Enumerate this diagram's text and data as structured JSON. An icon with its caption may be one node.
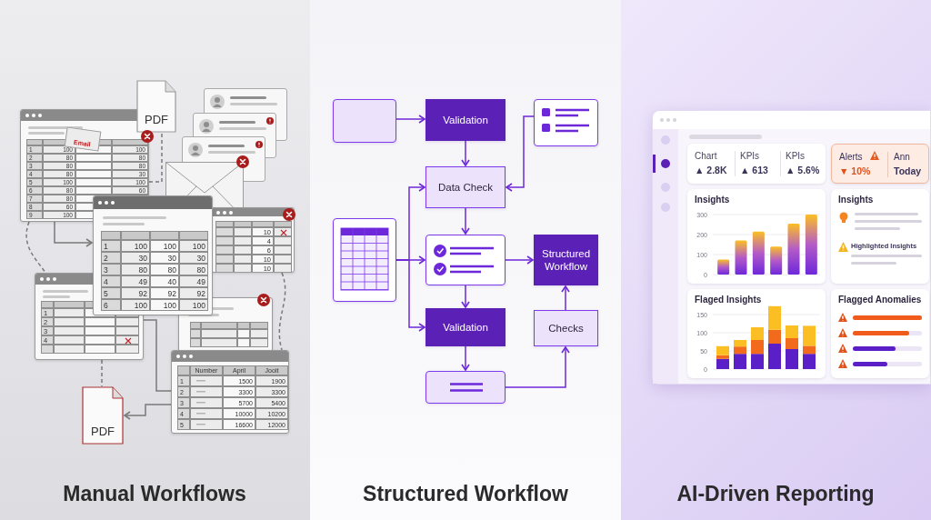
{
  "diagram": {
    "nodes": [
      {
        "text": [],
        "shape": "box"
      },
      {
        "text": [
          "PDF"
        ]
      },
      {
        "text": [],
        "shape": "box"
      },
      {
        "text": [],
        "shape": "box"
      },
      {
        "text": [],
        "shape": "box"
      },
      {
        "text": [],
        "shape": "box"
      },
      {
        "text": [],
        "shape": "box"
      },
      {
        "text": [
          "PDF"
        ]
      },
      {
        "text": [],
        "shape": "box"
      },
      {
        "text": [
          "Validation"
        ]
      },
      {
        "text": [],
        "shape": "box"
      },
      {
        "text": [
          "Data Check"
        ]
      },
      {
        "text": [],
        "shape": "box"
      },
      {
        "text": [],
        "shape": "box"
      },
      {
        "text": [
          "Structured Workflow"
        ]
      },
      {
        "text": [
          "Validation"
        ]
      },
      {
        "text": [
          "Checks"
        ]
      },
      {
        "text": [],
        "shape": "box"
      },
      {
        "text": [],
        "shape": "box"
      },
      {
        "text": [
          "Chart",
          "▲ 2.8K",
          "KPIs",
          "▲ 613",
          "KPIs",
          "▲ 5.6%"
        ],
        "in": 18
      },
      {
        "text": [
          "Alerts",
          "▼ 10%",
          "Ann",
          "Today"
        ],
        "in": 18
      },
      {
        "text": [
          "Insights"
        ],
        "in": 18
      },
      {
        "text": [
          "Insights",
          "Highlighted Insights"
        ],
        "in": 18
      },
      {
        "text": [
          "Flaged Insights"
        ],
        "in": 18
      },
      {
        "text": [
          "Flagged Anomalies"
        ],
        "in": 18
      }
    ],
    "edges": [
      {
        "from": 0,
        "to": 1,
        "arrow": "none",
        "style": "dashed",
        "color": "#7a7a7a"
      },
      {
        "from": 0,
        "to": 2,
        "arrow": "to",
        "color": "#7a7a7a"
      },
      {
        "from": 0,
        "to": 3,
        "arrow": "none",
        "style": "dashed",
        "color": "#7a7a7a"
      },
      {
        "from": 3,
        "to": 6,
        "arrow": "none",
        "color": "#7a7a7a"
      },
      {
        "from": 6,
        "to": 7,
        "arrow": "to",
        "color": "#7a7a7a"
      },
      {
        "from": 3,
        "to": 7,
        "arrow": "none",
        "style": "dashed",
        "color": "#7a7a7a"
      },
      {
        "from": 4,
        "to": 6,
        "arrow": "none",
        "style": "dashed",
        "color": "#7a7a7a"
      },
      {
        "from": 8,
        "to": 9,
        "arrow": "to"
      },
      {
        "from": 9,
        "to": 11,
        "arrow": "to"
      },
      {
        "from": 10,
        "to": 11,
        "arrow": "to"
      },
      {
        "from": 12,
        "to": 11,
        "arrow": "to"
      },
      {
        "from": 11,
        "to": 13,
        "arrow": "to"
      },
      {
        "from": 12,
        "to": 13,
        "arrow": "to"
      },
      {
        "from": 12,
        "to": 15,
        "arrow": "to"
      },
      {
        "from": 13,
        "to": 14,
        "arrow": "to"
      },
      {
        "from": 13,
        "to": 15,
        "arrow": "to"
      },
      {
        "from": 15,
        "to": 17,
        "arrow": "to"
      },
      {
        "from": 17,
        "to": 16,
        "arrow": "to"
      },
      {
        "from": 16,
        "to": 14,
        "arrow": "to"
      }
    ],
    "labels": [
      "Email",
      "1",
      "100",
      "100",
      "2",
      "80",
      "80",
      "3",
      "80",
      "80",
      "4",
      "80",
      "30",
      "5",
      "100",
      "100",
      "6",
      "80",
      "60",
      "7",
      "80",
      "8",
      "60",
      "9",
      "100",
      "1",
      "100",
      "100",
      "100",
      "2",
      "30",
      "30",
      "30",
      "3",
      "80",
      "80",
      "80",
      "4",
      "49",
      "40",
      "49",
      "5",
      "92",
      "92",
      "92",
      "6",
      "100",
      "100",
      "100",
      "1",
      "2",
      "3",
      "4",
      "10",
      "4",
      "6",
      "10",
      "10",
      "Number",
      "April",
      "Jooit",
      "1",
      "1500",
      "1900",
      "2",
      "3300",
      "3300",
      "3",
      "5700",
      "5400",
      "4",
      "10000",
      "10200",
      "5",
      "16600",
      "12000",
      "150",
      "100",
      "50",
      "0",
      "Manual Workflows",
      "Structured Workflow",
      "AI-Driven Reporting"
    ],
    "chart_data": {
      "type": "bar",
      "values": [
        75,
        170,
        215,
        140,
        255,
        300
      ],
      "yticks": [
        0,
        100,
        200,
        300
      ],
      "ylim": [
        0,
        300
      ]
    }
  }
}
